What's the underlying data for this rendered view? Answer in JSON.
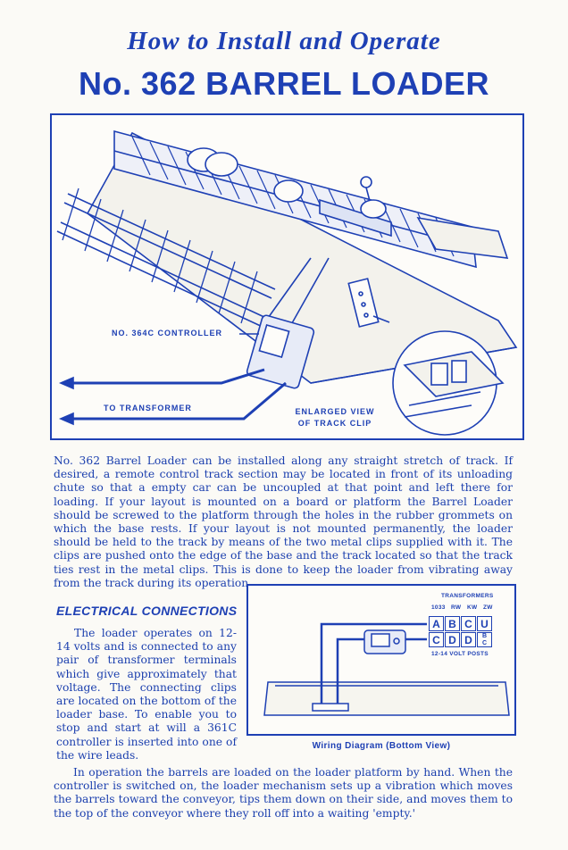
{
  "header": {
    "title_line1": "How to Install and Operate",
    "title_line2": "No. 362 BARREL LOADER"
  },
  "main_figure": {
    "callouts": {
      "controller": "NO. 364C CONTROLLER",
      "transformer": "TO TRANSFORMER",
      "enlarged_1": "ENLARGED VIEW",
      "enlarged_2": "OF TRACK CLIP"
    }
  },
  "installation_text": "No. 362 Barrel Loader can be installed along any straight stretch of track. If desired, a remote control track section may be located in front of its unloading chute so that a empty car can be uncoupled at that point and left there for loading. If your layout is mounted on a board or platform the Barrel Loader should be screwed to the platform through the holes in the rubber grommets on which the base rests. If your layout is not mounted permanently, the loader should be held to the track by means of the two metal clips supplied with it. The clips are pushed onto the edge of the base and the track located so that the track ties rest in the metal clips. This is done to keep the loader from vibrating away from the track during its operation.",
  "electrical": {
    "heading": "ELECTRICAL CONNECTIONS",
    "text": "The loader operates on 12-14 volts and is connected to any pair of transformer terminals which give approximately that voltage. The connecting clips are located on the bottom of the loader base. To enable you to stop and start at will a 361C controller is inserted into one of the wire leads."
  },
  "wiring_diagram": {
    "transformers_label": "TRANSFORMERS",
    "column_headers": [
      "1033",
      "RW",
      "KW",
      "ZW"
    ],
    "row1": [
      "A",
      "B",
      "C",
      "U"
    ],
    "row2": [
      "C",
      "D",
      "D",
      "B or C"
    ],
    "row2_last_top": "B",
    "row2_last_bottom": "C",
    "posts_label": "12-14 VOLT POSTS",
    "caption": "Wiring Diagram (Bottom View)"
  },
  "operation_text": "In operation the barrels are loaded on the loader platform by hand. When the controller is switched on, the loader mechanism sets up a vibration which moves the barrels toward the conveyor, tips them down on their side, and moves them to the top of the conveyor where they roll off into a waiting 'empty.'",
  "colors": {
    "ink": "#1e40b4",
    "paper": "#fbfaf6"
  }
}
